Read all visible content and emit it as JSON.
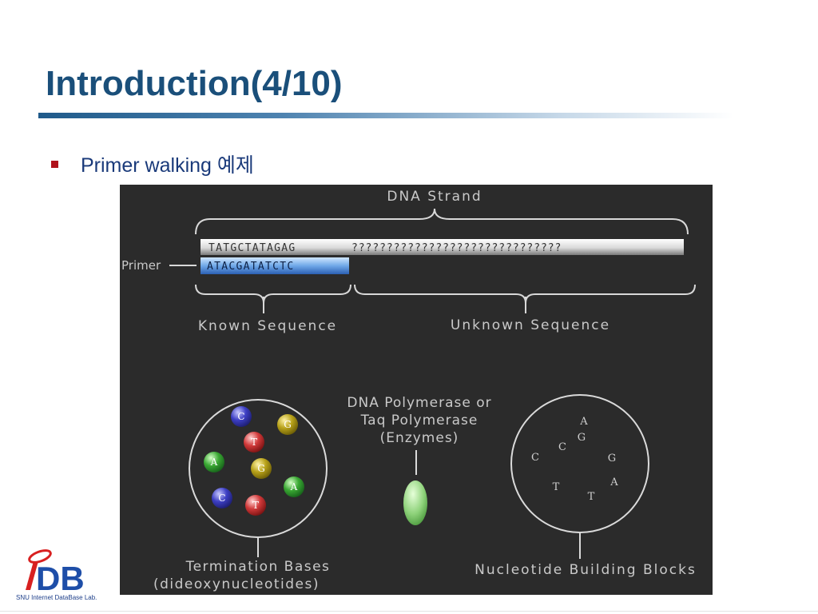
{
  "slide": {
    "title": "Introduction(4/10)",
    "bullet": "Primer walking 예제"
  },
  "diagram": {
    "dna_strand_label": "DNA Strand",
    "primer_label": "Primer",
    "known_sequence": "TATGCTATAGAG",
    "unknown_sequence": "??????????????????????????????",
    "primer_sequence": "ATACGATATCTC",
    "known_label": "Known Sequence",
    "unknown_label": "Unknown Sequence",
    "polymerase_lines": [
      "DNA Polymerase or",
      "Taq Polymerase",
      "(Enzymes)"
    ],
    "termination_lines": [
      "Termination Bases",
      "(dideoxynucleotides)"
    ],
    "nucleotide_label": "Nucleotide Building Blocks",
    "termination_bases": [
      {
        "base": "C",
        "color": "#3d3fc4"
      },
      {
        "base": "G",
        "color": "#b8a21a"
      },
      {
        "base": "T",
        "color": "#d13a3a"
      },
      {
        "base": "A",
        "color": "#3aa833"
      },
      {
        "base": "G",
        "color": "#b8a21a"
      },
      {
        "base": "A",
        "color": "#3aa833"
      },
      {
        "base": "C",
        "color": "#3d3fc4"
      },
      {
        "base": "T",
        "color": "#d13a3a"
      }
    ],
    "building_blocks": [
      "A",
      "G",
      "C",
      "C",
      "G",
      "A",
      "T",
      "T"
    ]
  },
  "footer": {
    "logo_text": "DB",
    "lab_name": "SNU Internet DataBase Lab."
  },
  "colors": {
    "title": "#1a4f7a",
    "bullet_marker": "#b0121b",
    "diagram_bg": "#2b2b2b",
    "enzyme": "#8ed27a"
  }
}
